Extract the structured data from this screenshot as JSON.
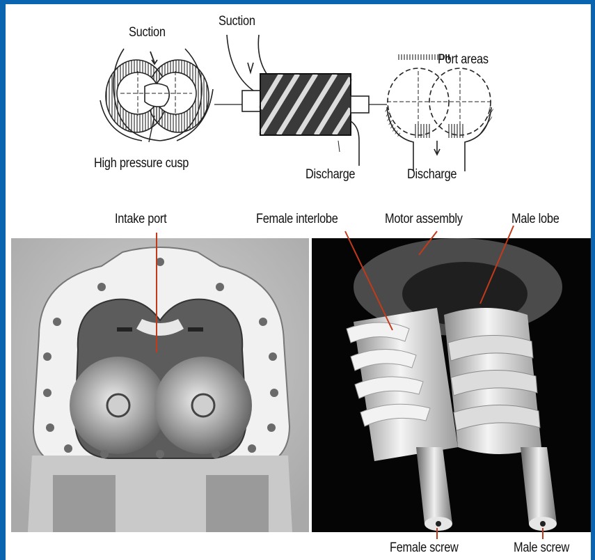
{
  "frame_color": "#0a64b0",
  "schematic": {
    "suction_left": "Suction",
    "suction_center": "Suction",
    "port_areas": "Port areas",
    "high_pressure_cusp": "High pressure cusp",
    "discharge_center": "Discharge",
    "discharge_right": "Discharge"
  },
  "photos": {
    "intake_port": "Intake port",
    "female_interlobe": "Female interlobe",
    "motor_assembly": "Motor assembly",
    "male_lobe": "Male lobe",
    "female_screw": "Female screw",
    "male_screw": "Male screw"
  }
}
